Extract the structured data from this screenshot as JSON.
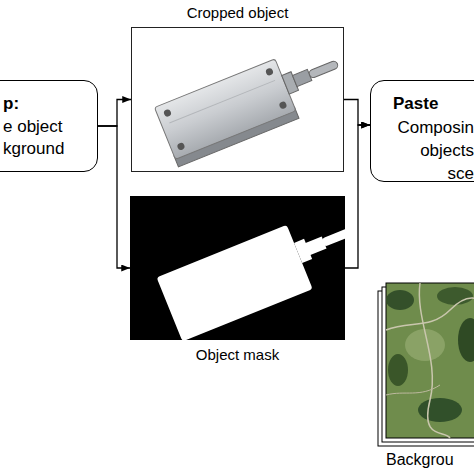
{
  "diagram": {
    "nodes": [
      {
        "text": [
          "p:",
          "e object kground"
        ]
      },
      {
        "text": [
          "Cropped object"
        ]
      },
      {
        "text": [
          "Object mask"
        ]
      },
      {
        "text": [
          "Paste",
          "Composin objects sce"
        ]
      },
      {
        "text": [
          "Backgrou"
        ]
      }
    ],
    "edges": [
      {
        "from": 0,
        "to": 1,
        "arrow": "to"
      },
      {
        "from": 0,
        "to": 2,
        "arrow": "to"
      },
      {
        "from": 1,
        "to": 3,
        "arrow": "to"
      },
      {
        "from": 2,
        "to": 3,
        "arrow": "to"
      }
    ]
  }
}
